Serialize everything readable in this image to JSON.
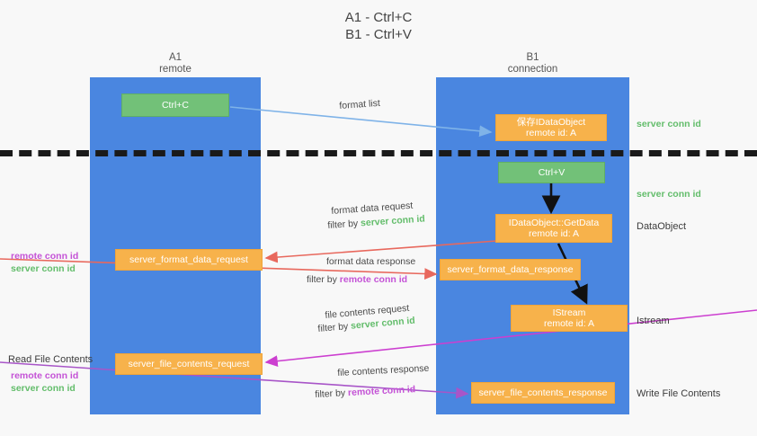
{
  "title": {
    "line1": "A1 - Ctrl+C",
    "line2": "B1 - Ctrl+V"
  },
  "lanes": [
    {
      "id": "a1",
      "name": "A1",
      "role": "remote",
      "color": "#4a86e0"
    },
    {
      "id": "b1",
      "name": "B1",
      "role": "connection",
      "color": "#4a86e0"
    }
  ],
  "colors": {
    "lane": "#4a86e0",
    "green_box": "#72c178",
    "orange_box": "#f7b24b",
    "server_conn_id": "#63bd6b",
    "remote_conn_id": "#c452d6",
    "arrow_blue": "#7fb3e8",
    "arrow_red": "#e8685d",
    "arrow_magenta": "#cc3fd0",
    "arrow_purple": "#a855c8",
    "arrow_black": "#111111",
    "divider": "#1a1a1a"
  },
  "nodes": {
    "ctrl_c": {
      "label": "Ctrl+C",
      "kind": "green"
    },
    "save_idataobject": {
      "line1": "保存IDataObject",
      "line2": "remote id: A",
      "kind": "orange"
    },
    "ctrl_v": {
      "label": "Ctrl+V",
      "kind": "green"
    },
    "getdata": {
      "line1": "IDataObject::GetData",
      "line2": "remote id: A",
      "kind": "orange"
    },
    "istream": {
      "line1": "IStream",
      "line2": "remote id: A",
      "kind": "orange"
    },
    "server_format_data_request": {
      "label": "server_format_data_request",
      "kind": "orange"
    },
    "server_format_data_response": {
      "label": "server_format_data_response",
      "kind": "orange"
    },
    "server_file_contents_request": {
      "label": "server_file_contents_request",
      "kind": "orange"
    },
    "server_file_contents_response": {
      "label": "server_file_contents_response",
      "kind": "orange"
    }
  },
  "arrow_labels": {
    "format_list": "format list",
    "format_data_request": "format data request",
    "format_data_request_filter_prefix": "filter by ",
    "format_data_request_filter_value": "server conn id",
    "format_data_response": "format data response",
    "format_data_response_filter_prefix": "filter by ",
    "format_data_response_filter_value": "remote conn id",
    "file_contents_request": "file contents request",
    "file_contents_request_filter_prefix": "filter by ",
    "file_contents_request_filter_value": "server conn id",
    "file_contents_response": "file contents response",
    "file_contents_response_filter_prefix": "filter by ",
    "file_contents_response_filter_value": "remote conn id"
  },
  "right_labels": {
    "server_conn_id_top": "server conn id",
    "server_conn_id_mid": "server conn id",
    "dataobject": "DataObject",
    "istream": "Istream",
    "write_file_contents": "Write File Contents"
  },
  "left_labels": {
    "conn_pair_top_remote": "remote conn id",
    "conn_pair_top_server": "server conn id",
    "read_file_contents": "Read File Contents",
    "conn_pair_bottom_remote": "remote conn id",
    "conn_pair_bottom_server": "server conn id"
  }
}
